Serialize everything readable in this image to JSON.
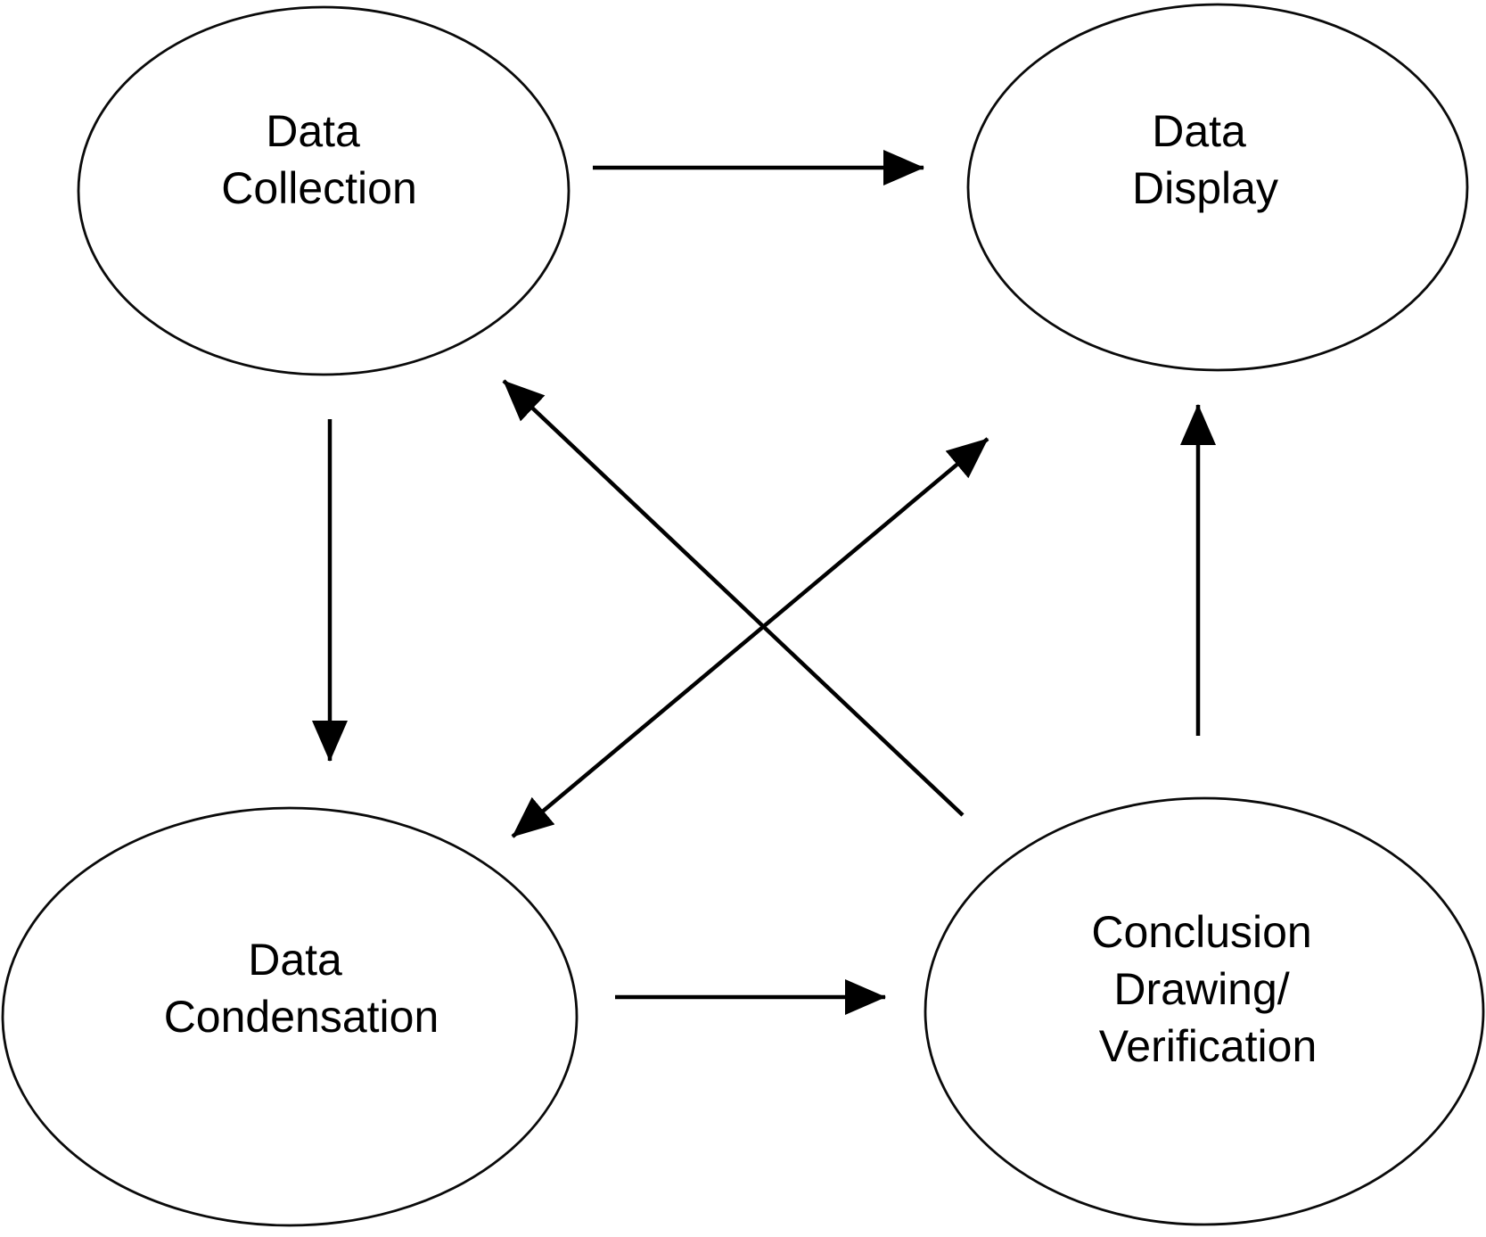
{
  "diagram": {
    "background_color": "#ffffff",
    "stroke_color": "#000000",
    "text_color": "#000000",
    "nodes": [
      {
        "id": "data-collection",
        "shape": "ellipse",
        "lines": [
          "Data",
          "Collection"
        ]
      },
      {
        "id": "data-display",
        "shape": "ellipse",
        "lines": [
          "Data",
          "Display"
        ]
      },
      {
        "id": "data-condensation",
        "shape": "ellipse",
        "lines": [
          "Data",
          "Condensation"
        ]
      },
      {
        "id": "conclusion-drawing-verification",
        "shape": "ellipse",
        "lines": [
          "Conclusion",
          "Drawing/",
          "Verification"
        ]
      }
    ],
    "edges": [
      {
        "from": "data-collection",
        "to": "data-display",
        "style": "straight",
        "heads": "end"
      },
      {
        "from": "data-collection",
        "to": "data-condensation",
        "style": "straight",
        "heads": "end"
      },
      {
        "from": "data-condensation",
        "to": "conclusion-drawing-verification",
        "style": "straight",
        "heads": "end"
      },
      {
        "from": "conclusion-drawing-verification",
        "to": "data-display",
        "style": "straight",
        "heads": "end"
      },
      {
        "from": "conclusion-drawing-verification",
        "to": "data-collection",
        "style": "diagonal",
        "heads": "end"
      },
      {
        "from": "data-condensation",
        "to": "data-display",
        "style": "diagonal",
        "heads": "both"
      }
    ]
  }
}
